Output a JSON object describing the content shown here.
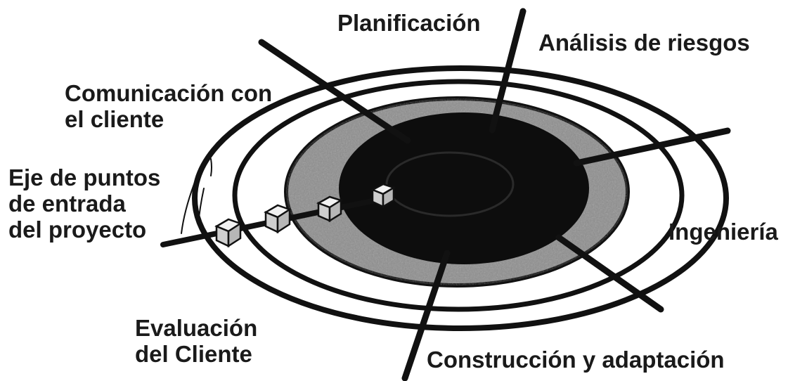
{
  "diagram": {
    "colors": {
      "background": "#ffffff",
      "ink": "#111111",
      "center": "#0d0d0d",
      "band": "#8e8e8e",
      "label": "#1a1a1a"
    },
    "sectors": {
      "planning": "Planificación",
      "risk_analysis": "Análisis de riesgos",
      "engineering": "Ingeniería",
      "construction": "Construcción y adaptación",
      "client_evaluation": [
        "Evaluación",
        "del Cliente"
      ],
      "client_communication": [
        "Comunicación con",
        "el cliente"
      ]
    },
    "entry_axis": [
      "Eje de puntos",
      "de entrada",
      "del proyecto"
    ],
    "entry_points": [
      "project-entry-point-1",
      "project-entry-point-2",
      "project-entry-point-3",
      "project-entry-point-4"
    ],
    "icons": [
      "spiral-model-icon",
      "entry-point-cube-icon"
    ]
  }
}
